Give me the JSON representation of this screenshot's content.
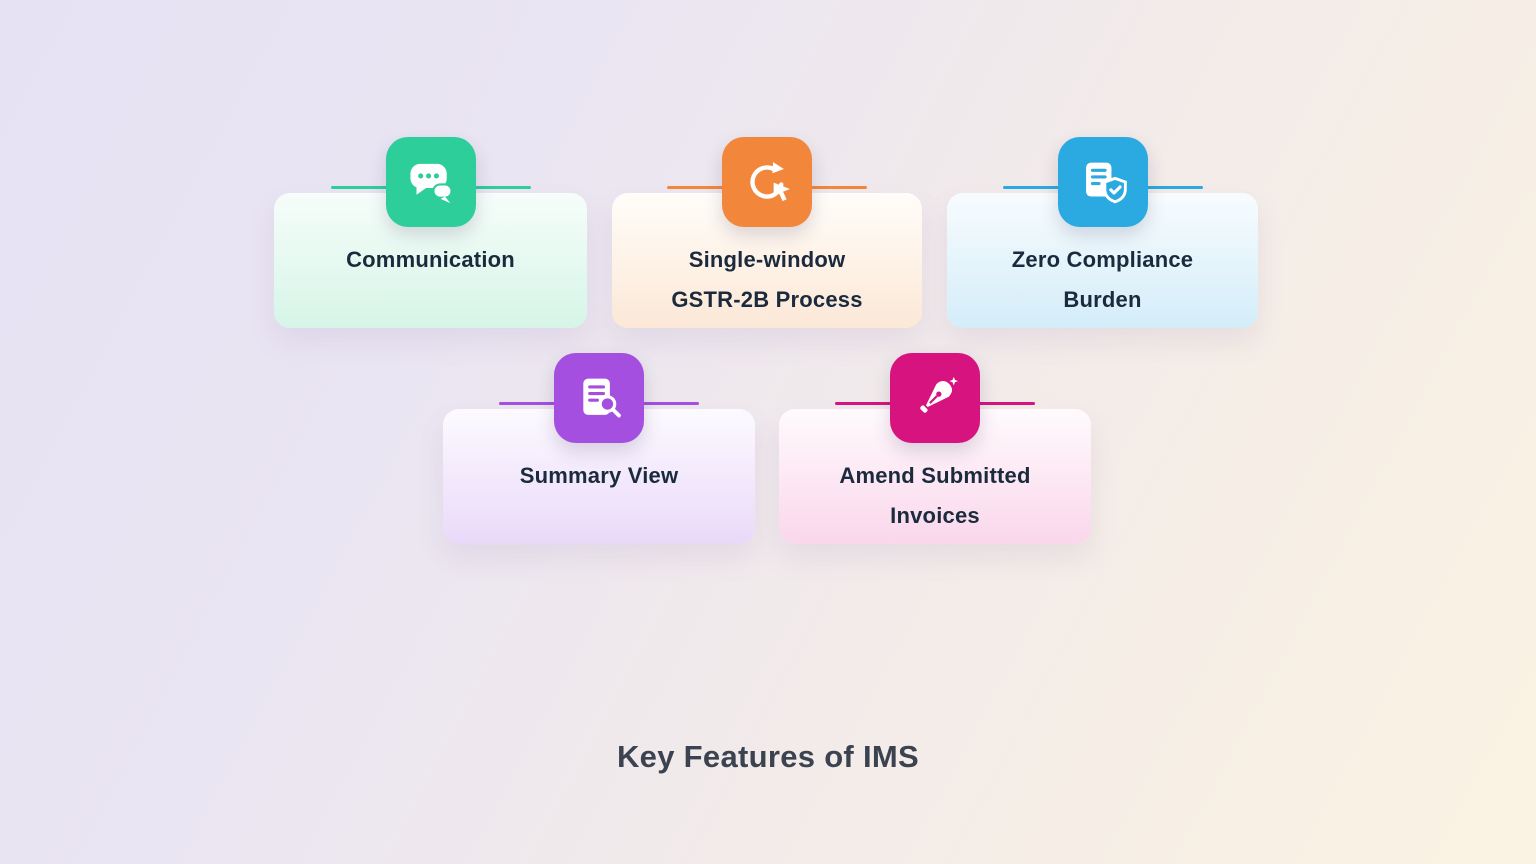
{
  "title": "Key Features of IMS",
  "cards": [
    {
      "label": "Communication",
      "icon": "chat-icon",
      "accent": "#2ECE9B",
      "tint": "#D6F5E7"
    },
    {
      "label": "Single-window\nGSTR-2B Process",
      "icon": "refresh-cursor-icon",
      "accent": "#F2873B",
      "tint": "#FCE8D7"
    },
    {
      "label": "Zero Compliance\nBurden",
      "icon": "document-shield-check-icon",
      "accent": "#2BA9E1",
      "tint": "#D4EDF9"
    },
    {
      "label": "Summary View",
      "icon": "document-search-icon",
      "accent": "#A44FE0",
      "tint": "#EAD9F9"
    },
    {
      "label": "Amend Submitted\nInvoices",
      "icon": "pen-nib-icon",
      "accent": "#D6137F",
      "tint": "#FAD7EB"
    }
  ]
}
